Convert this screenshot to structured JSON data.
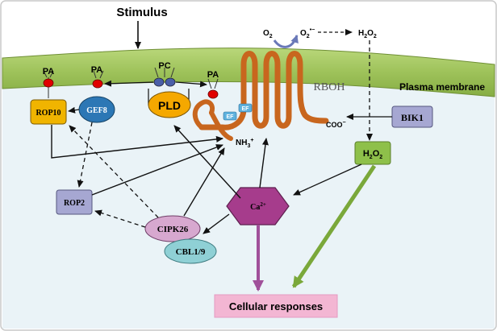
{
  "labels": {
    "stimulus": "Stimulus",
    "plasma_membrane": "Plasma membrane",
    "rboh": "RBOH",
    "o2": "O",
    "o2_sub": "2",
    "superoxide": "O",
    "superoxide_sub": "2",
    "superoxide_sup": "•−",
    "h2o2_top": "H",
    "h2o2_top_mid": "2",
    "h2o2_top_o": "O",
    "h2o2_top_end": "2",
    "h2o2_box": "H",
    "h2o2_box_mid": "2",
    "h2o2_box_o": "O",
    "h2o2_box_end": "2",
    "pa1": "PA",
    "pa2": "PA",
    "pa3": "PA",
    "pc": "PC",
    "rop10": "ROP10",
    "gef8": "GEF8",
    "pld": "PLD",
    "bik1": "BIK1",
    "rop2": "ROP2",
    "cipk26": "CIPK26",
    "cbl": "CBL1/9",
    "ca": "Ca",
    "ca_sup": "2+",
    "ef1": "EF",
    "ef2": "EF",
    "nh3": "NH",
    "nh3_sub": "3",
    "nh3_sup": "+",
    "coo": "COO",
    "coo_sup": "−",
    "cellular_responses": "Cellular responses"
  },
  "colors": {
    "membrane": "#9ec25a",
    "cytoplasm": "#eaf3f7",
    "rboh": "#c8661e",
    "rop10": "#f0b400",
    "gef8": "#2c77b5",
    "pld": "#f5a800",
    "bik1": "#a6a7d2",
    "rop2": "#a6a7d2",
    "cipk26": "#d7a8cf",
    "cbl": "#8fd0d5",
    "ca": "#a63c8c",
    "h2o2_box": "#8ec04a",
    "cellular_responses": "#f3b6d3",
    "lipid_head": "#e00000",
    "pc_head": "#4a5fa8"
  }
}
